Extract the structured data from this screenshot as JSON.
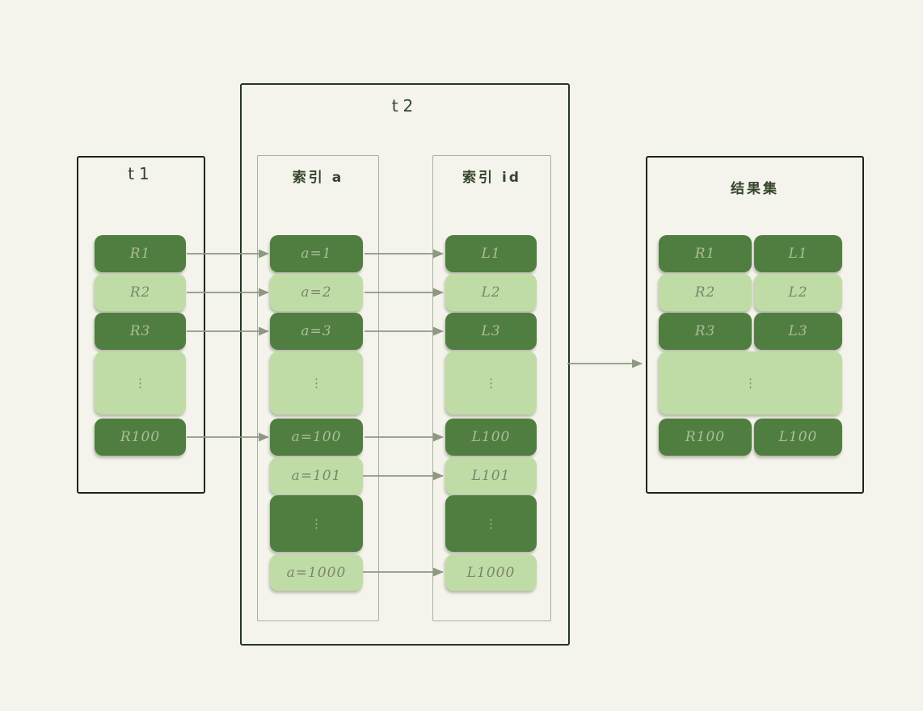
{
  "diagram": {
    "background_color": "#f4f3ec",
    "palette": {
      "dark_row_fill": "#507e40",
      "dark_row_text": "#abbe99",
      "light_row_fill": "#c0dca6",
      "light_row_text": "#79856b",
      "title_text": "#34452b",
      "arrow_color": "#8e9883",
      "outer_border": "#1d241a",
      "t2_border": "#24381d",
      "inner_border": "#a9afa2"
    },
    "t1": {
      "title": "t1",
      "rows": [
        {
          "label": "R1",
          "tone": "dark"
        },
        {
          "label": "R2",
          "tone": "light"
        },
        {
          "label": "R3",
          "tone": "dark"
        },
        {
          "label": "⋮",
          "tone": "light"
        },
        {
          "label": "R100",
          "tone": "dark"
        }
      ]
    },
    "t2": {
      "title": "t2",
      "index_a": {
        "title": "索引 a",
        "rows": [
          {
            "label": "a=1",
            "tone": "dark"
          },
          {
            "label": "a=2",
            "tone": "light"
          },
          {
            "label": "a=3",
            "tone": "dark"
          },
          {
            "label": "⋮",
            "tone": "light"
          },
          {
            "label": "a=100",
            "tone": "dark"
          },
          {
            "label": "a=101",
            "tone": "light"
          },
          {
            "label": "⋮",
            "tone": "dark"
          },
          {
            "label": "a=1000",
            "tone": "light"
          }
        ]
      },
      "index_id": {
        "title": "索引 id",
        "rows": [
          {
            "label": "L1",
            "tone": "dark"
          },
          {
            "label": "L2",
            "tone": "light"
          },
          {
            "label": "L3",
            "tone": "dark"
          },
          {
            "label": "⋮",
            "tone": "light"
          },
          {
            "label": "L100",
            "tone": "dark"
          },
          {
            "label": "L101",
            "tone": "light"
          },
          {
            "label": "⋮",
            "tone": "dark"
          },
          {
            "label": "L1000",
            "tone": "light"
          }
        ]
      }
    },
    "result": {
      "title": "结果集",
      "rows": [
        {
          "left": "R1",
          "right": "L1",
          "tone": "dark"
        },
        {
          "left": "R2",
          "right": "L2",
          "tone": "light"
        },
        {
          "left": "R3",
          "right": "L3",
          "tone": "dark"
        },
        {
          "label": "⋮",
          "tone": "light"
        },
        {
          "left": "R100",
          "right": "L100",
          "tone": "dark"
        }
      ]
    }
  }
}
